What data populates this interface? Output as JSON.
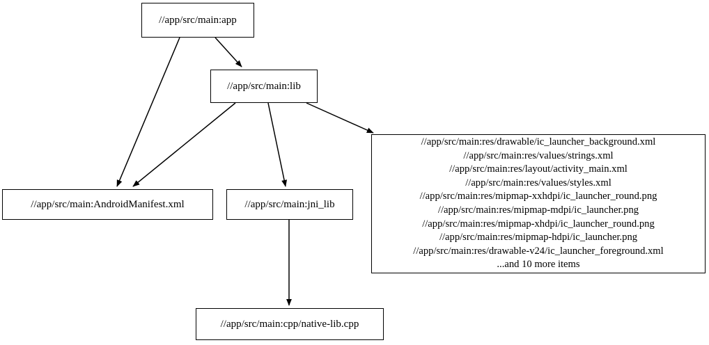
{
  "graph": {
    "title": "dependency-graph",
    "background_color": "#ffffff",
    "node_border_color": "#000000",
    "node_fill_color": "#ffffff",
    "text_color": "#000000",
    "edge_color": "#000000",
    "nodes": [
      {
        "id": "app",
        "label": "//app/src/main:app"
      },
      {
        "id": "lib",
        "label": "//app/src/main:lib"
      },
      {
        "id": "manifest",
        "label": "//app/src/main:AndroidManifest.xml"
      },
      {
        "id": "jni_lib",
        "label": "//app/src/main:jni_lib"
      },
      {
        "id": "res_bundle",
        "label": "//app/src/main:res/drawable/ic_launcher_background.xml\n//app/src/main:res/values/strings.xml\n//app/src/main:res/layout/activity_main.xml\n//app/src/main:res/values/styles.xml\n//app/src/main:res/mipmap-xxhdpi/ic_launcher_round.png\n//app/src/main:res/mipmap-mdpi/ic_launcher.png\n//app/src/main:res/mipmap-xhdpi/ic_launcher_round.png\n//app/src/main:res/mipmap-hdpi/ic_launcher.png\n//app/src/main:res/drawable-v24/ic_launcher_foreground.xml\n...and 10 more items",
        "lines": [
          "//app/src/main:res/drawable/ic_launcher_background.xml",
          "//app/src/main:res/values/strings.xml",
          "//app/src/main:res/layout/activity_main.xml",
          "//app/src/main:res/values/styles.xml",
          "//app/src/main:res/mipmap-xxhdpi/ic_launcher_round.png",
          "//app/src/main:res/mipmap-mdpi/ic_launcher.png",
          "//app/src/main:res/mipmap-xhdpi/ic_launcher_round.png",
          "//app/src/main:res/mipmap-hdpi/ic_launcher.png",
          "//app/src/main:res/drawable-v24/ic_launcher_foreground.xml",
          "...and 10 more items"
        ],
        "overflow_note": "...and 10 more items",
        "overflow_count": 10
      },
      {
        "id": "native_lib",
        "label": "//app/src/main:cpp/native-lib.cpp"
      }
    ],
    "edges": [
      {
        "from": "app",
        "to": "manifest"
      },
      {
        "from": "app",
        "to": "lib"
      },
      {
        "from": "lib",
        "to": "manifest"
      },
      {
        "from": "lib",
        "to": "jni_lib"
      },
      {
        "from": "lib",
        "to": "res_bundle"
      },
      {
        "from": "jni_lib",
        "to": "native_lib"
      }
    ]
  }
}
